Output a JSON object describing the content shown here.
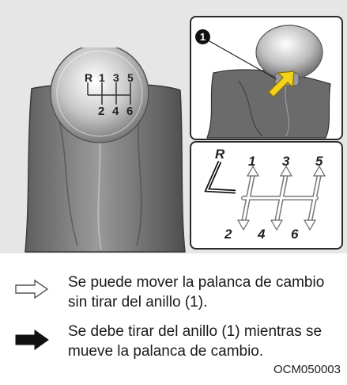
{
  "knob_gears": {
    "top": [
      "R",
      "1",
      "3",
      "5"
    ],
    "bottom": [
      "2",
      "4",
      "6"
    ]
  },
  "callout_marker": "1",
  "shift_pattern": {
    "top": [
      "R",
      "1",
      "3",
      "5"
    ],
    "bottom": [
      "2",
      "4",
      "6"
    ]
  },
  "legend": [
    {
      "icon": "outline-arrow-right-icon",
      "lines": [
        "Se puede mover la palanca de cambio",
        "sin tirar del anillo (1)."
      ]
    },
    {
      "icon": "solid-arrow-right-icon",
      "lines": [
        "Se debe tirar del anillo (1) mientras se",
        "mueve la palanca de cambio."
      ]
    }
  ],
  "caption": "OCM050003",
  "colors": {
    "panel_bg": "#e6e6e6",
    "callout_arrow": "#f2d21a",
    "boot": "#6f6f6f"
  }
}
